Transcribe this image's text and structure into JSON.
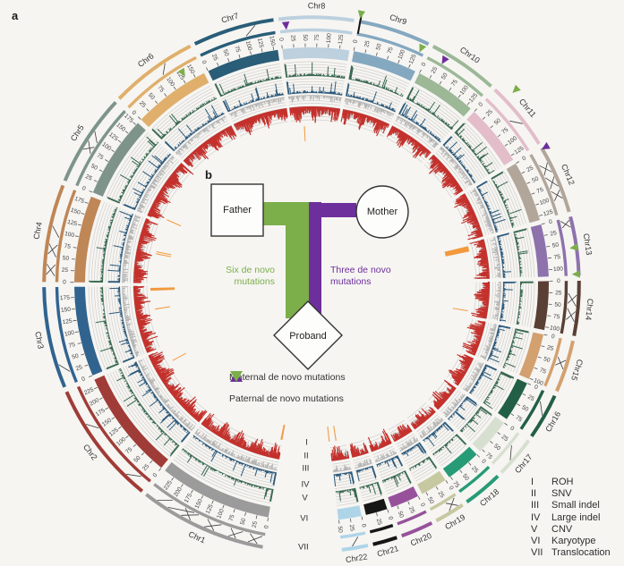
{
  "figure": {
    "panel_a": "a",
    "panel_b": "b"
  },
  "colors": {
    "background": "#f6f5f2",
    "paternal_green": "#7cae4a",
    "maternal_purple": "#6d2f9c",
    "snv_red": "#c4312c",
    "large_indel_blue": "#2c5a7c",
    "cnv_green": "#3a6a52",
    "small_indel_gray": "#b5b5b5",
    "roh_orange": "#f2993d",
    "gridline_gray": "#d0cfcd",
    "outline_dark": "#333333"
  },
  "pedigree": {
    "father": "Father",
    "mother": "Mother",
    "proband": "Proband",
    "paternal_caption": "Six de novo\nmutations",
    "maternal_caption": "Three de novo\nmutations"
  },
  "marker_legend": [
    {
      "shape": "triangle-up",
      "color": "#6d2f9c",
      "label": "Maternal de novo mutations"
    },
    {
      "shape": "triangle-down",
      "color": "#7cae4a",
      "label": "Paternal de novo mutations"
    }
  ],
  "track_key": [
    {
      "numeral": "I",
      "label": "ROH"
    },
    {
      "numeral": "II",
      "label": "SNV"
    },
    {
      "numeral": "III",
      "label": "Small indel"
    },
    {
      "numeral": "IV",
      "label": "Large indel"
    },
    {
      "numeral": "V",
      "label": "CNV"
    },
    {
      "numeral": "VI",
      "label": "Karyotype"
    },
    {
      "numeral": "VII",
      "label": "Translocation"
    }
  ],
  "chart_data": {
    "type": "circos",
    "description": "Circular genome plot of proband variants across Chr1-Chr22; concentric tracks from inner to outer: I ROH (orange blocks), II SNV density (red bars), III small indel (gray bars), IV large indel (blue bars), V CNV (green bars), VI karyotype band, VII translocation ring. Axis ticks in Mb every 25.",
    "tick_step_mb": 25,
    "track_numerals": [
      "I",
      "II",
      "III",
      "IV",
      "V",
      "VI",
      "VII"
    ],
    "chromosomes": [
      {
        "name": "Chr1",
        "size_mb": 249,
        "color": "#9b9b9b"
      },
      {
        "name": "Chr2",
        "size_mb": 243,
        "color": "#a03c37"
      },
      {
        "name": "Chr3",
        "size_mb": 198,
        "color": "#31638f"
      },
      {
        "name": "Chr4",
        "size_mb": 191,
        "color": "#bf8656"
      },
      {
        "name": "Chr5",
        "size_mb": 181,
        "color": "#7e948a"
      },
      {
        "name": "Chr6",
        "size_mb": 171,
        "color": "#e0af6b"
      },
      {
        "name": "Chr7",
        "size_mb": 159,
        "color": "#2a5d77"
      },
      {
        "name": "Chr8",
        "size_mb": 146,
        "color": "#bcd0de"
      },
      {
        "name": "Chr9",
        "size_mb": 141,
        "color": "#84a8c0"
      },
      {
        "name": "Chr10",
        "size_mb": 136,
        "color": "#9cb897"
      },
      {
        "name": "Chr11",
        "size_mb": 135,
        "color": "#e3bdca"
      },
      {
        "name": "Chr12",
        "size_mb": 134,
        "color": "#b2a69a"
      },
      {
        "name": "Chr13",
        "size_mb": 115,
        "color": "#8d72ac"
      },
      {
        "name": "Chr14",
        "size_mb": 107,
        "color": "#5a3f35"
      },
      {
        "name": "Chr15",
        "size_mb": 102,
        "color": "#d3a06f"
      },
      {
        "name": "Chr16",
        "size_mb": 90,
        "color": "#235f46"
      },
      {
        "name": "Chr17",
        "size_mb": 81,
        "color": "#d7e0d0"
      },
      {
        "name": "Chr18",
        "size_mb": 78,
        "color": "#279b76"
      },
      {
        "name": "Chr19",
        "size_mb": 59,
        "color": "#c6c8a0"
      },
      {
        "name": "Chr20",
        "size_mb": 63,
        "color": "#97519b"
      },
      {
        "name": "Chr21",
        "size_mb": 48,
        "color": "#161616"
      },
      {
        "name": "Chr22",
        "size_mb": 51,
        "color": "#aed4e8"
      }
    ],
    "roh_segments": [
      {
        "chr": "Chr1",
        "mb": 1,
        "w": 0.8
      },
      {
        "chr": "Chr1",
        "mb": 4,
        "w": 1.2
      },
      {
        "chr": "Chr2",
        "mb": 196,
        "w": 2.5
      },
      {
        "chr": "Chr3",
        "mb": 121,
        "w": 1.0
      },
      {
        "chr": "Chr3",
        "mb": 183,
        "w": 9.0
      },
      {
        "chr": "Chr4",
        "mb": 94,
        "w": 1.2
      },
      {
        "chr": "Chr4",
        "mb": 101,
        "w": 1.0
      },
      {
        "chr": "Chr5",
        "mb": 10,
        "w": 1.2
      },
      {
        "chr": "Chr8",
        "mb": 39,
        "w": 1.4
      },
      {
        "chr": "Chr13",
        "mb": 8,
        "w": 18.0
      },
      {
        "chr": "Chr14",
        "mb": 92,
        "w": 2.0
      },
      {
        "chr": "Chr22",
        "mb": 28,
        "w": 1.2
      },
      {
        "chr": "Chr22",
        "mb": 50,
        "w": 0.8
      }
    ],
    "translocations": [
      {
        "chr": "Chr1",
        "links": [
          [
            5,
            30
          ],
          [
            30,
            12
          ],
          [
            45,
            70
          ],
          [
            70,
            55
          ],
          [
            90,
            120
          ],
          [
            120,
            100
          ],
          [
            140,
            170
          ],
          [
            170,
            150
          ],
          [
            150,
            200
          ],
          [
            200,
            225
          ]
        ]
      },
      {
        "chr": "Chr2",
        "links": [
          [
            20,
            45
          ],
          [
            150,
            170
          ]
        ]
      },
      {
        "chr": "Chr3",
        "links": [
          [
            25,
            45
          ]
        ]
      },
      {
        "chr": "Chr4",
        "links": [
          [
            12,
            35
          ],
          [
            35,
            15
          ],
          [
            50,
            75
          ],
          [
            75,
            55
          ],
          [
            90,
            110
          ]
        ]
      },
      {
        "chr": "Chr5",
        "links": [
          [
            70,
            90
          ],
          [
            85,
            70
          ],
          [
            95,
            112
          ]
        ]
      },
      {
        "chr": "Chr6",
        "links": [
          [
            96,
            112
          ]
        ]
      },
      {
        "chr": "Chr7",
        "links": [
          [
            100,
            122
          ]
        ]
      },
      {
        "chr": "Chr11",
        "links": [
          [
            65,
            85
          ]
        ]
      },
      {
        "chr": "Chr12",
        "links": [
          [
            28,
            50
          ],
          [
            50,
            30
          ],
          [
            55,
            80
          ],
          [
            80,
            60
          ],
          [
            85,
            105
          ],
          [
            105,
            88
          ]
        ]
      },
      {
        "chr": "Chr13",
        "links": [
          [
            4,
            20
          ],
          [
            18,
            6
          ]
        ]
      },
      {
        "chr": "Chr14",
        "links": [
          [
            25,
            50
          ],
          [
            45,
            28
          ],
          [
            55,
            80
          ],
          [
            78,
            60
          ]
        ]
      },
      {
        "chr": "Chr15",
        "links": [
          [
            38,
            58
          ],
          [
            55,
            40
          ]
        ]
      },
      {
        "chr": "Chr16",
        "links": [
          [
            22,
            45
          ]
        ]
      },
      {
        "chr": "Chr17",
        "links": [
          [
            28,
            52
          ]
        ]
      },
      {
        "chr": "Chr19",
        "links": [
          [
            6,
            28
          ],
          [
            26,
            8
          ]
        ]
      },
      {
        "chr": "Chr22",
        "links": [
          [
            16,
            30
          ]
        ]
      }
    ],
    "breakpoint_spike": {
      "chr": "Chr9",
      "mb": 2
    },
    "de_novo_mutations": {
      "maternal": [
        {
          "chr": "Chr8",
          "mb": 13,
          "r": 291
        },
        {
          "chr": "Chr10",
          "mb": 32,
          "r": 291
        },
        {
          "chr": "Chr12",
          "mb": 2,
          "r": 303
        }
      ],
      "paternal": [
        {
          "chr": "Chr6",
          "mb": 132,
          "r": 277
        },
        {
          "chr": "Chr9",
          "mb": 1,
          "r": 307
        },
        {
          "chr": "Chr9",
          "mb": 132,
          "r": 291
        },
        {
          "chr": "Chr11",
          "mb": 28,
          "r": 315
        },
        {
          "chr": "Chr13",
          "mb": 60,
          "r": 296
        },
        {
          "chr": "Chr13",
          "mb": 112,
          "r": 296
        }
      ]
    }
  }
}
